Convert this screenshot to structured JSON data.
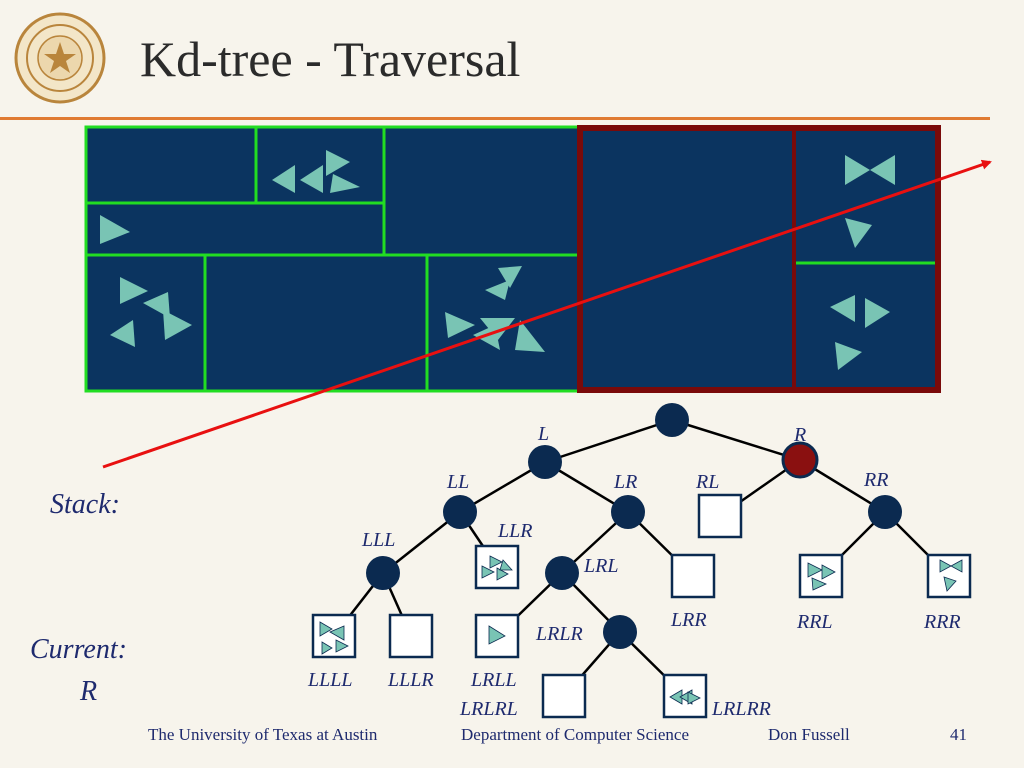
{
  "slide": {
    "title": "Kd-tree - Traversal",
    "stack_label": "Stack:",
    "current_label": "Current:",
    "current_value": "R"
  },
  "footer": {
    "university": "The University of Texas at Austin",
    "department": "Department of Computer Science",
    "author": "Don Fussell",
    "page": "41"
  },
  "colors": {
    "cell_fill": "#0b3460",
    "split_line": "#22dd22",
    "highlight": "#7a0a0a",
    "ray": "#e81010",
    "node": "#0b2a50",
    "triangle": "#79c4b4",
    "accent_rule": "#e07b32"
  },
  "tree": {
    "nodes": [
      {
        "id": "root",
        "label": ""
      },
      {
        "id": "L",
        "label": "L"
      },
      {
        "id": "R",
        "label": "R",
        "current": true
      },
      {
        "id": "LL",
        "label": "LL"
      },
      {
        "id": "LR",
        "label": "LR"
      },
      {
        "id": "RL",
        "label": "RL"
      },
      {
        "id": "RR",
        "label": "RR"
      },
      {
        "id": "LLL",
        "label": "LLL"
      },
      {
        "id": "LLR",
        "label": "LLR"
      },
      {
        "id": "LRL",
        "label": "LRL"
      },
      {
        "id": "LRR",
        "label": "LRR"
      },
      {
        "id": "RRL",
        "label": "RRL"
      },
      {
        "id": "RRR",
        "label": "RRR"
      },
      {
        "id": "LLLL",
        "label": "LLLL"
      },
      {
        "id": "LLLR",
        "label": "LLLR"
      },
      {
        "id": "LRLL",
        "label": "LRLL"
      },
      {
        "id": "LRLR",
        "label": "LRLR"
      },
      {
        "id": "LRLRL",
        "label": "LRLRL"
      },
      {
        "id": "LRLRR",
        "label": "LRLRR"
      }
    ]
  }
}
